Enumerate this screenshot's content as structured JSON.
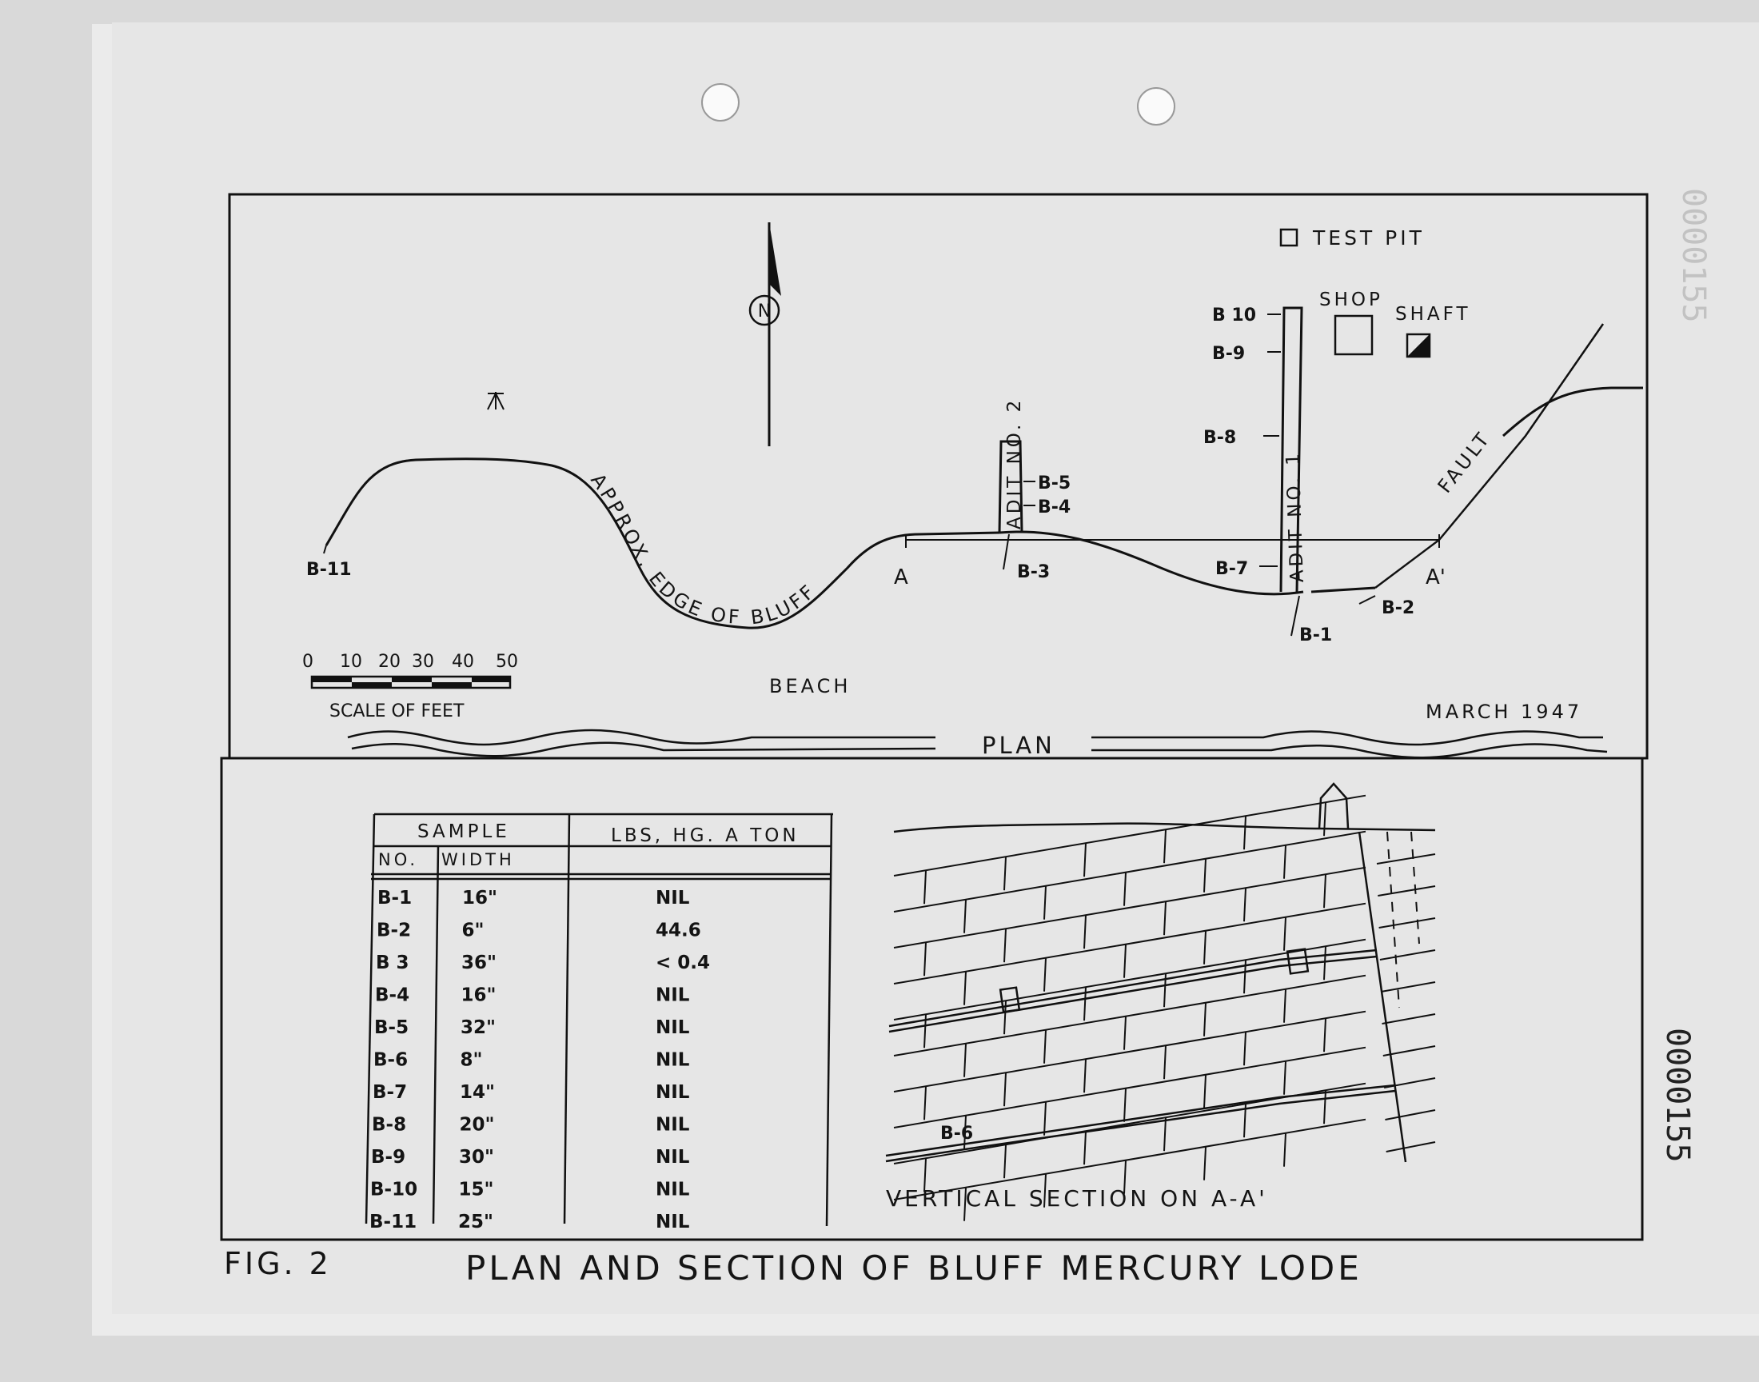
{
  "plan": {
    "label": "PLAN",
    "date": "MARCH 1947",
    "beach": "BEACH",
    "bluff_edge": "APPROX. EDGE OF BLUFF",
    "fault": "FAULT",
    "north": "N",
    "legend": {
      "test_pit": "TEST PIT",
      "shop": "SHOP",
      "shaft": "SHAFT"
    },
    "adit2": "ADIT NO. 2",
    "adit1": "ADIT NO. 1",
    "section_a": "A",
    "section_a_prime": "A'",
    "samples": [
      "B-1",
      "B-2",
      "B-3",
      "B-4",
      "B-5",
      "B-7",
      "B-8",
      "B-9",
      "B 10",
      "B-11"
    ],
    "scale": {
      "ticks": [
        "0",
        "10",
        "20",
        "30",
        "40",
        "50"
      ],
      "label": "SCALE OF FEET"
    }
  },
  "table": {
    "header_sample": "SAMPLE",
    "header_lbs": "LBS, HG. A TON",
    "header_no": "NO.",
    "header_width": "WIDTH",
    "rows": [
      {
        "no": "B-1",
        "width": "16\"",
        "lbs": "NIL"
      },
      {
        "no": "B-2",
        "width": "6\"",
        "lbs": "44.6"
      },
      {
        "no": "B 3",
        "width": "36\"",
        "lbs": "< 0.4"
      },
      {
        "no": "B-4",
        "width": "16\"",
        "lbs": "NIL"
      },
      {
        "no": "B-5",
        "width": "32\"",
        "lbs": "NIL"
      },
      {
        "no": "B-6",
        "width": "8\"",
        "lbs": "NIL"
      },
      {
        "no": "B-7",
        "width": "14\"",
        "lbs": "NIL"
      },
      {
        "no": "B-8",
        "width": "20\"",
        "lbs": "NIL"
      },
      {
        "no": "B-9",
        "width": "30\"",
        "lbs": "NIL"
      },
      {
        "no": "B-10",
        "width": "15\"",
        "lbs": "NIL"
      },
      {
        "no": "B-11",
        "width": "25\"",
        "lbs": "NIL"
      }
    ]
  },
  "section": {
    "title": "VERTICAL SECTION ON A-A'",
    "sample": "B-6"
  },
  "caption": {
    "fig": "FIG. 2",
    "title": "PLAN AND SECTION OF BLUFF MERCURY LODE"
  },
  "stamps": {
    "side": "0000155",
    "top": "0000155"
  }
}
